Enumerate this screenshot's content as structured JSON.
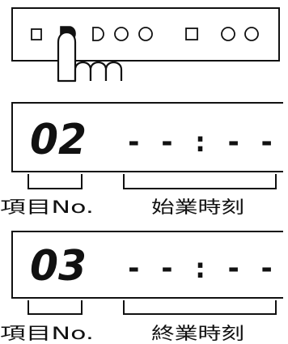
{
  "keypad": {
    "buttons": [
      {
        "shape": "square",
        "pressed": false
      },
      {
        "shape": "d-shape",
        "pressed": true
      },
      {
        "shape": "d-shape",
        "pressed": false
      },
      {
        "shape": "circle",
        "pressed": false
      },
      {
        "shape": "circle",
        "pressed": false
      },
      {
        "shape": "square",
        "pressed": false
      },
      {
        "shape": "circle",
        "pressed": false
      },
      {
        "shape": "circle",
        "pressed": false
      }
    ]
  },
  "displays": [
    {
      "item_no": "02",
      "time": "- - : - -",
      "item_label": "項目No.",
      "time_label": "始業時刻"
    },
    {
      "item_no": "03",
      "time": "- - : - -",
      "item_label": "項目No.",
      "time_label": "終業時刻"
    }
  ],
  "colors": {
    "ink": "#111111",
    "background": "#ffffff"
  }
}
